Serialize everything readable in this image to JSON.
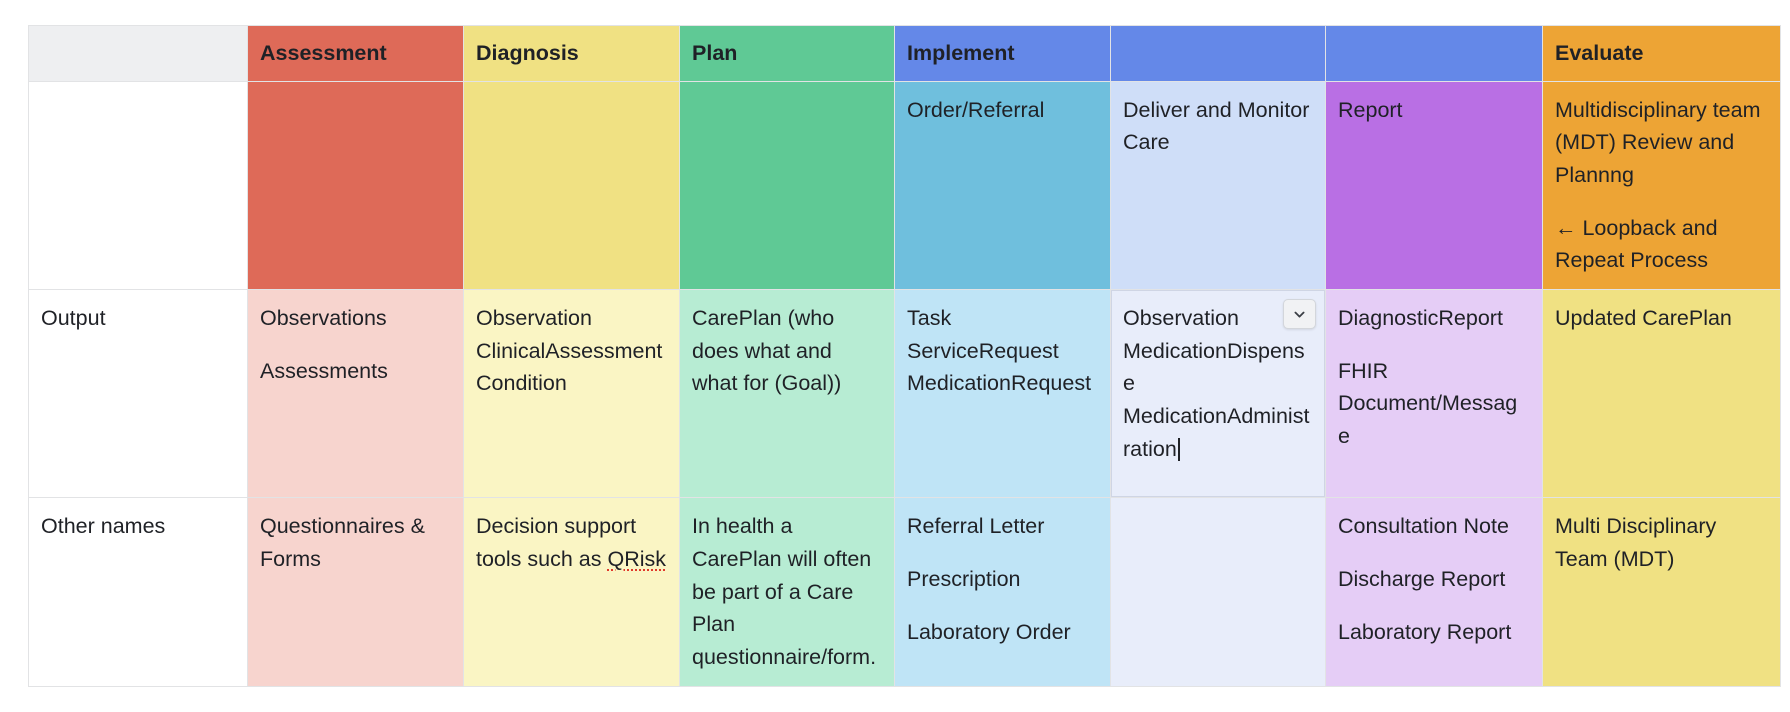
{
  "table": {
    "columns": [
      {
        "key": "rowlabel",
        "header": "",
        "header_bg": "#eeeff1",
        "band_bg": "#ffffff",
        "body_bg": "#ffffff"
      },
      {
        "key": "assessment",
        "header": "Assessment",
        "header_bg": "#de6a58",
        "band_bg": "#de6a58",
        "body_bg": "#f7d4ce"
      },
      {
        "key": "diagnosis",
        "header": "Diagnosis",
        "header_bg": "#f0e183",
        "band_bg": "#f0e183",
        "body_bg": "#faf5c4"
      },
      {
        "key": "plan",
        "header": "Plan",
        "header_bg": "#5fc995",
        "band_bg": "#5fc995",
        "body_bg": "#b7ecd3"
      },
      {
        "key": "implement",
        "header": "Implement",
        "header_bg": "#6488e8",
        "band_bg": "#6fbfdd",
        "body_bg": "#bfe4f6"
      },
      {
        "key": "deliver",
        "header": "",
        "header_bg": "#6488e8",
        "band_bg": "#cfdef8",
        "body_bg": "#e8edfa"
      },
      {
        "key": "report",
        "header": "",
        "header_bg": "#6488e8",
        "band_bg": "#b96fe4",
        "body_bg": "#e5cdf6"
      },
      {
        "key": "evaluate",
        "header": "Evaluate",
        "header_bg": "#eda435",
        "band_bg": "#eda435",
        "body_bg": "#f0e183"
      }
    ],
    "band_row": {
      "label": "",
      "cells": [
        {
          "lines": []
        },
        {
          "lines": []
        },
        {
          "lines": []
        },
        {
          "lines": []
        },
        {
          "lines": [
            "Order/Referral"
          ]
        },
        {
          "lines": [
            "Deliver and Monitor Care"
          ]
        },
        {
          "lines": [
            "Report"
          ]
        },
        {
          "lines": [
            "Multidisciplinary team (MDT) Review and Plannng",
            "← Loopback and Repeat Process"
          ]
        }
      ]
    },
    "rows": [
      {
        "label": "Output",
        "cells": [
          {
            "paras": [
              [
                "Observations"
              ],
              [
                "Assessments"
              ]
            ]
          },
          {
            "paras": [
              [
                "Observation",
                "ClinicalAssessment",
                "Condition"
              ]
            ]
          },
          {
            "paras": [
              [
                "CarePlan (who does what and what for (Goal))"
              ]
            ]
          },
          {
            "paras": [
              [
                "Task",
                "ServiceRequest",
                "MedicationRequest"
              ]
            ]
          },
          {
            "paras": [
              [
                "Observation",
                "MedicationDispense",
                "MedicationAdministration"
              ]
            ],
            "editing": true,
            "has_dropdown": true,
            "caret": true
          },
          {
            "paras": [
              [
                "DiagnosticReport"
              ],
              [
                "FHIR Document/Message"
              ]
            ]
          },
          {
            "paras": [
              [
                "Updated CarePlan"
              ]
            ]
          }
        ]
      },
      {
        "label": "Other names",
        "cells": [
          {
            "paras": [
              [
                "Questionnaires & Forms"
              ]
            ]
          },
          {
            "paras": [
              [
                "Decision support tools such as QRisk"
              ]
            ],
            "spell_word": "QRisk"
          },
          {
            "paras": [
              [
                "In health a CarePlan will often be part of a Care Plan questionnaire/form."
              ]
            ]
          },
          {
            "paras": [
              [
                "Referral Letter"
              ],
              [
                "Prescription"
              ],
              [
                "Laboratory Order"
              ]
            ]
          },
          {
            "paras": []
          },
          {
            "paras": [
              [
                "Consultation Note"
              ],
              [
                "Discharge Report"
              ],
              [
                "Laboratory Report"
              ]
            ]
          },
          {
            "paras": [
              [
                "Multi Disciplinary Team (MDT)"
              ]
            ]
          }
        ]
      }
    ]
  },
  "icons": {
    "dropdown": "chevron-down-icon"
  }
}
